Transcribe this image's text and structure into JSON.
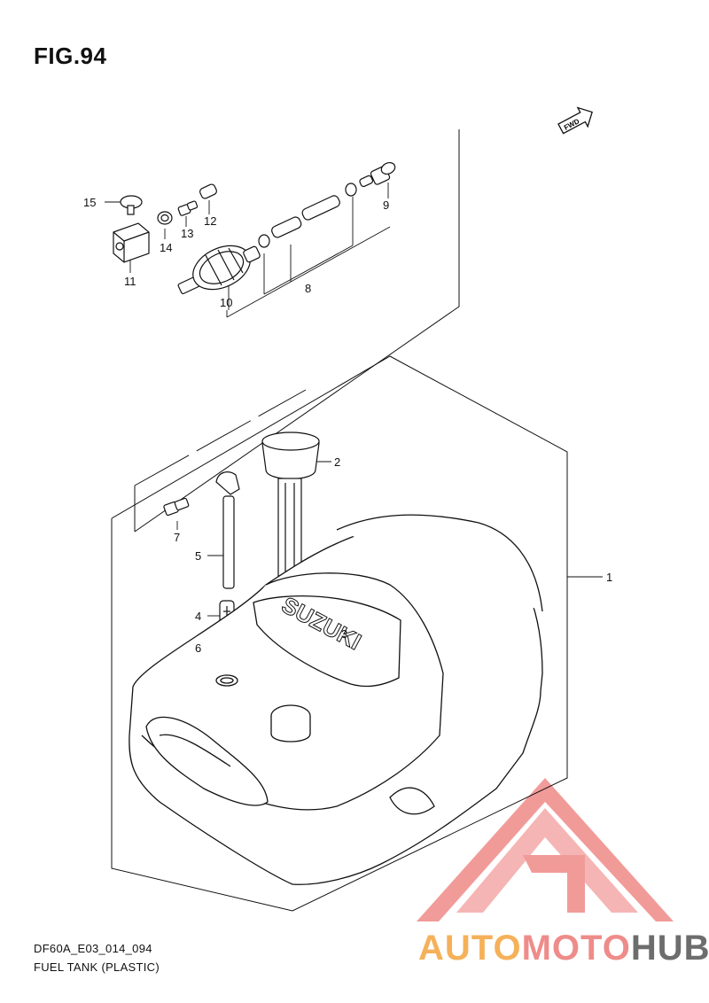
{
  "figure": {
    "title": "FIG.94"
  },
  "fwd_badge": {
    "label": "FWD"
  },
  "callouts": [
    {
      "id": "1",
      "label": "1"
    },
    {
      "id": "2",
      "label": "2"
    },
    {
      "id": "3",
      "label": "3"
    },
    {
      "id": "4",
      "label": "4"
    },
    {
      "id": "5",
      "label": "5"
    },
    {
      "id": "6",
      "label": "6"
    },
    {
      "id": "7",
      "label": "7"
    },
    {
      "id": "8",
      "label": "8"
    },
    {
      "id": "9",
      "label": "9"
    },
    {
      "id": "10",
      "label": "10"
    },
    {
      "id": "11",
      "label": "11"
    },
    {
      "id": "12",
      "label": "12"
    },
    {
      "id": "13",
      "label": "13"
    },
    {
      "id": "14",
      "label": "14"
    },
    {
      "id": "15",
      "label": "15"
    }
  ],
  "tank": {
    "embossed_text": "SUZUKI"
  },
  "footer": {
    "code": "DF60A_E03_014_094",
    "caption": "FUEL TANK (PLASTIC)"
  },
  "watermark": {
    "part1": "AUTO",
    "part2": "MOTO",
    "part3": "HUB",
    "colors": {
      "auto": "#f5b15a",
      "moto": "#ee8c8a",
      "hub": "#6d6d6d",
      "triangle": "#ef8a88"
    }
  }
}
